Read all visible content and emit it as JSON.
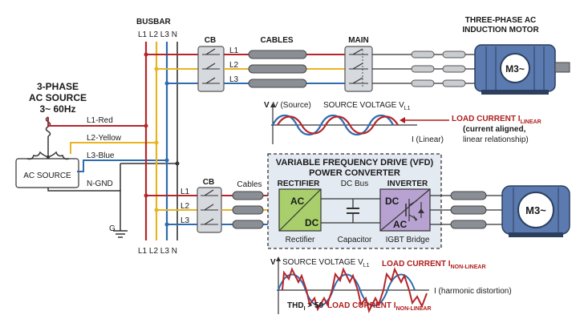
{
  "colors": {
    "l1": "#b5262b",
    "l2": "#e8b422",
    "l3": "#2f6bb0",
    "neutral": "#333333",
    "vfd_box_fill": "#e4eaf1",
    "converter_green": "#a8cf6b",
    "converter_purple": "#b7a2d1",
    "motor_blue": "#5a7ab0",
    "label_red": "#b01c1c"
  },
  "source": {
    "title_line1": "3-PHASE",
    "title_line2": "AC SOURCE",
    "title_line3": "3~ 60Hz",
    "label": "AC SOURCE",
    "l1": "L1-Red",
    "l2": "L2-Yellow",
    "l3": "L3-Blue",
    "ngnd": "N-GND",
    "ground": "G"
  },
  "busbar": {
    "title": "BUSBAR",
    "phases_top": "L1 L2 L3 N",
    "phases_bottom": "L1 L2 L3 N"
  },
  "linear": {
    "cb_label": "CB",
    "l1": "L1",
    "l2": "L2",
    "l3": "L3",
    "cables_label": "CABLES",
    "main_label": "MAIN",
    "motor_title_line1": "THREE-PHASE AC",
    "motor_title_line2": "INDUCTION MOTOR",
    "motor_label": "M3~",
    "v_axis": "V",
    "v_source": "V (Source)",
    "source_voltage": "SOURCE VOLTAGE V",
    "source_voltage_sub": "L1",
    "i_axis": "I (Linear)",
    "load_current": "LOAD CURRENT I",
    "load_current_sub": "LINEAR",
    "note_line1": "(current aligned,",
    "note_line2": "linear relationship)"
  },
  "vfd": {
    "title_line1": "VARIABLE FREQUENCY DRIVE (VFD)",
    "title_line2": "POWER CONVERTER",
    "cb_label": "CB",
    "l1": "L1",
    "l2": "L2",
    "l3": "L3",
    "cables_label": "Cables",
    "rectifier_title": "RECTIFIER",
    "rectifier_ac": "AC",
    "rectifier_dc": "DC",
    "rectifier_caption": "Rectifier",
    "dcbus_label": "DC Bus",
    "capacitor_caption": "Capacitor",
    "inverter_title": "INVERTER",
    "inverter_dc": "DC",
    "inverter_ac": "AC",
    "inverter_caption": "IGBT Bridge",
    "motor_label": "M3~"
  },
  "nonlinear": {
    "v_axis": "V",
    "source_voltage": "SOURCE VOLTAGE V",
    "source_voltage_sub": "L1",
    "load_current": "LOAD CURRENT I",
    "load_current_sub": "NON-LINEAR",
    "i_axis": "I (harmonic distortion)",
    "thd": "THD",
    "thd_sub": "I",
    "thd_value": " > 50",
    "load_current_bottom": "LOAD CURRENT I",
    "load_current_bottom_sub": "NON-LINEAR"
  }
}
